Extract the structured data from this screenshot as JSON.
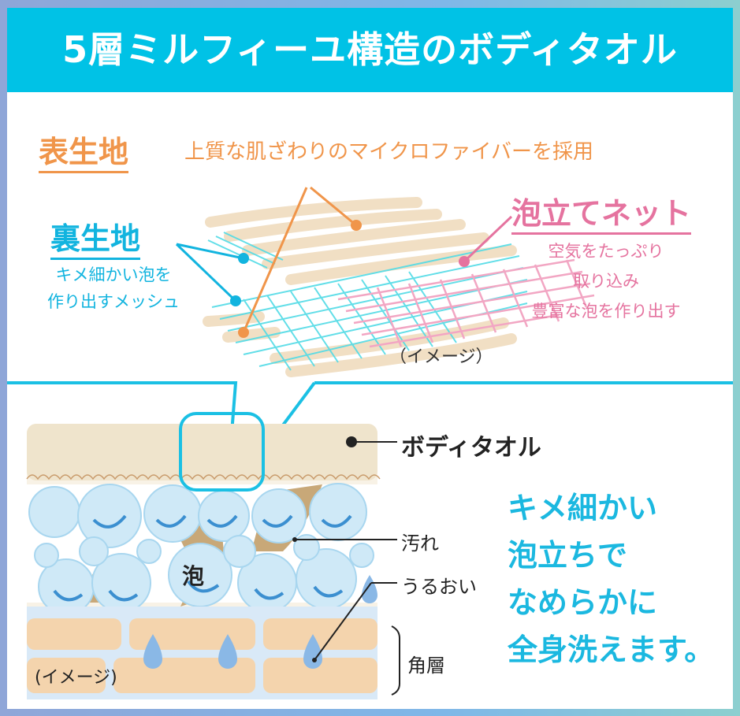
{
  "header": {
    "title": "5層ミルフィーユ構造のボディタオル"
  },
  "top_section": {
    "outer_fabric": {
      "label": "表生地",
      "description": "上質な肌ざわりのマイクロファイバーを採用",
      "color": "#f0954a"
    },
    "inner_fabric": {
      "label": "裏生地",
      "description_lines": [
        "キメ細かい泡を",
        "作り出すメッシュ"
      ],
      "color": "#12b4df"
    },
    "foam_net": {
      "label": "泡立てネット",
      "description_lines": [
        "空気をたっぷり",
        "取り込み",
        "豊富な泡を作り出す"
      ],
      "color": "#e5739f"
    },
    "image_note": "（イメージ）"
  },
  "bottom_section": {
    "labels": {
      "body_towel": "ボディタオル",
      "dirt": "汚れ",
      "moisture": "うるおい",
      "stratum_corneum": "角層",
      "foam": "泡",
      "image_note": "(イメージ)"
    },
    "tagline_lines": [
      "キメ細かい",
      "泡立ちで",
      "なめらかに",
      "全身洗えます。"
    ],
    "tagline_color": "#1bb8e0"
  },
  "colors": {
    "accent": "#00c2e6",
    "orange": "#f0954a",
    "pink": "#e5739f",
    "cyan": "#12b4df"
  }
}
